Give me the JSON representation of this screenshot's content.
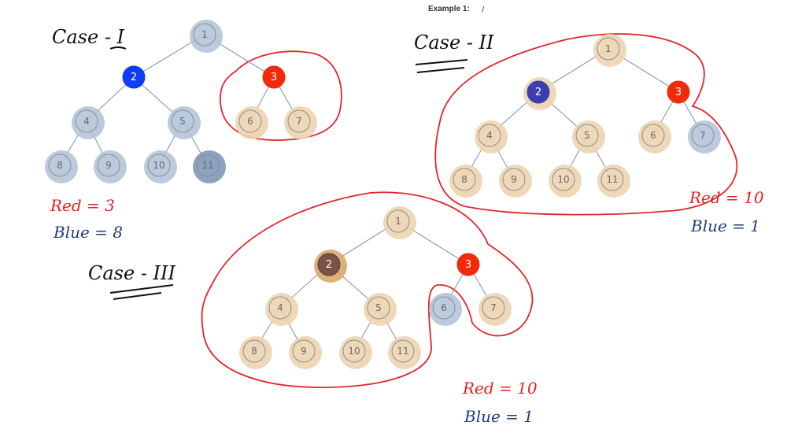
{
  "header": {
    "title": "Example 1:",
    "mark": "/"
  },
  "panels": [
    {
      "case_label": "Case - I",
      "counts": {
        "red": "Red = 3",
        "blue": "Blue = 8"
      },
      "nodes": [
        {
          "id": "1",
          "state": "blue-shade"
        },
        {
          "id": "2",
          "state": "blue"
        },
        {
          "id": "3",
          "state": "red"
        },
        {
          "id": "4",
          "state": "blue-shade"
        },
        {
          "id": "5",
          "state": "blue-shade"
        },
        {
          "id": "6",
          "state": "tan"
        },
        {
          "id": "7",
          "state": "tan"
        },
        {
          "id": "8",
          "state": "blue-shade"
        },
        {
          "id": "9",
          "state": "blue-shade"
        },
        {
          "id": "10",
          "state": "blue-shade"
        },
        {
          "id": "11",
          "state": "blue-dark-shade"
        }
      ]
    },
    {
      "case_label": "Case - II",
      "counts": {
        "red": "Red = 10",
        "blue": "Blue = 1"
      },
      "nodes": [
        {
          "id": "1",
          "state": "tan"
        },
        {
          "id": "2",
          "state": "purple"
        },
        {
          "id": "3",
          "state": "red"
        },
        {
          "id": "4",
          "state": "tan"
        },
        {
          "id": "5",
          "state": "tan"
        },
        {
          "id": "6",
          "state": "tan"
        },
        {
          "id": "7",
          "state": "blue-shade"
        },
        {
          "id": "8",
          "state": "tan"
        },
        {
          "id": "9",
          "state": "tan"
        },
        {
          "id": "10",
          "state": "tan"
        },
        {
          "id": "11",
          "state": "tan"
        }
      ]
    },
    {
      "case_label": "Case - III",
      "counts": {
        "red": "Red = 10",
        "blue": "Blue = 1"
      },
      "nodes": [
        {
          "id": "1",
          "state": "tan"
        },
        {
          "id": "2",
          "state": "brown"
        },
        {
          "id": "3",
          "state": "red"
        },
        {
          "id": "4",
          "state": "tan"
        },
        {
          "id": "5",
          "state": "tan"
        },
        {
          "id": "6",
          "state": "blue-shade"
        },
        {
          "id": "7",
          "state": "tan"
        },
        {
          "id": "8",
          "state": "tan"
        },
        {
          "id": "9",
          "state": "tan"
        },
        {
          "id": "10",
          "state": "tan"
        },
        {
          "id": "11",
          "state": "tan"
        }
      ]
    }
  ],
  "colors": {
    "blue_shade": "#b4c4d8",
    "blue_dark_shade": "#7f98b8",
    "tan": "#ecd4b0",
    "blue": "#0f3cf5",
    "purple": "#3a3fb0",
    "red": "#f22a0c",
    "brown": "#7a5244",
    "boundary": "#e3252a",
    "hand_red": "#e82020",
    "hand_blue": "#1e3f7c",
    "edge": "#8a9aac"
  }
}
